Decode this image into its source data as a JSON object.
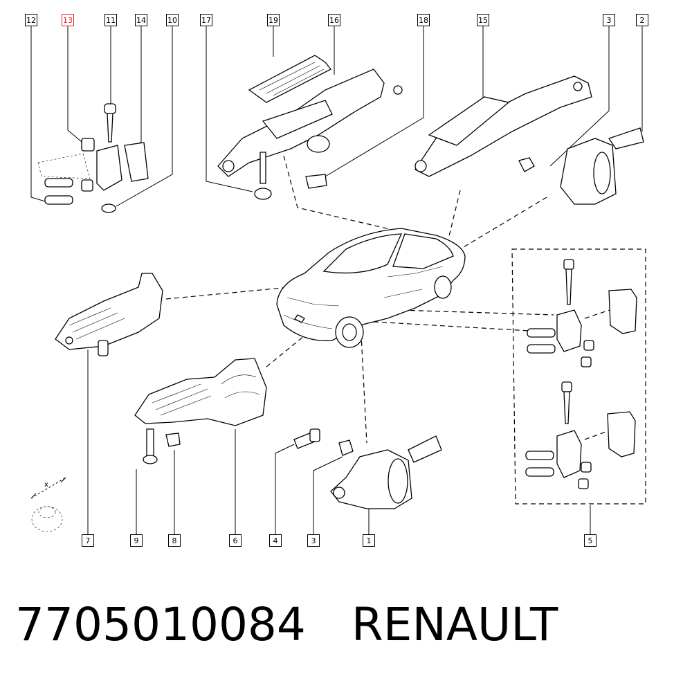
{
  "callouts": [
    {
      "id": "c12",
      "label": "12",
      "highlight": false
    },
    {
      "id": "c13",
      "label": "13",
      "highlight": true
    },
    {
      "id": "c11",
      "label": "11",
      "highlight": false
    },
    {
      "id": "c14",
      "label": "14",
      "highlight": false
    },
    {
      "id": "c10",
      "label": "10",
      "highlight": false
    },
    {
      "id": "c17",
      "label": "17",
      "highlight": false
    },
    {
      "id": "c19",
      "label": "19",
      "highlight": false
    },
    {
      "id": "c16",
      "label": "16",
      "highlight": false
    },
    {
      "id": "c18",
      "label": "18",
      "highlight": false
    },
    {
      "id": "c15",
      "label": "15",
      "highlight": false
    },
    {
      "id": "c3a",
      "label": "3",
      "highlight": false
    },
    {
      "id": "c2",
      "label": "2",
      "highlight": false
    },
    {
      "id": "c7",
      "label": "7",
      "highlight": false
    },
    {
      "id": "c9",
      "label": "9",
      "highlight": false
    },
    {
      "id": "c8",
      "label": "8",
      "highlight": false
    },
    {
      "id": "c6",
      "label": "6",
      "highlight": false
    },
    {
      "id": "c4",
      "label": "4",
      "highlight": false
    },
    {
      "id": "c3b",
      "label": "3",
      "highlight": false
    },
    {
      "id": "c1",
      "label": "1",
      "highlight": false
    },
    {
      "id": "c5",
      "label": "5",
      "highlight": false
    }
  ],
  "footer": {
    "part_number": "7705010084",
    "brand": "RENAULT"
  },
  "colors": {
    "line": "#000000",
    "highlight": "#dd2222",
    "background": "#ffffff"
  }
}
